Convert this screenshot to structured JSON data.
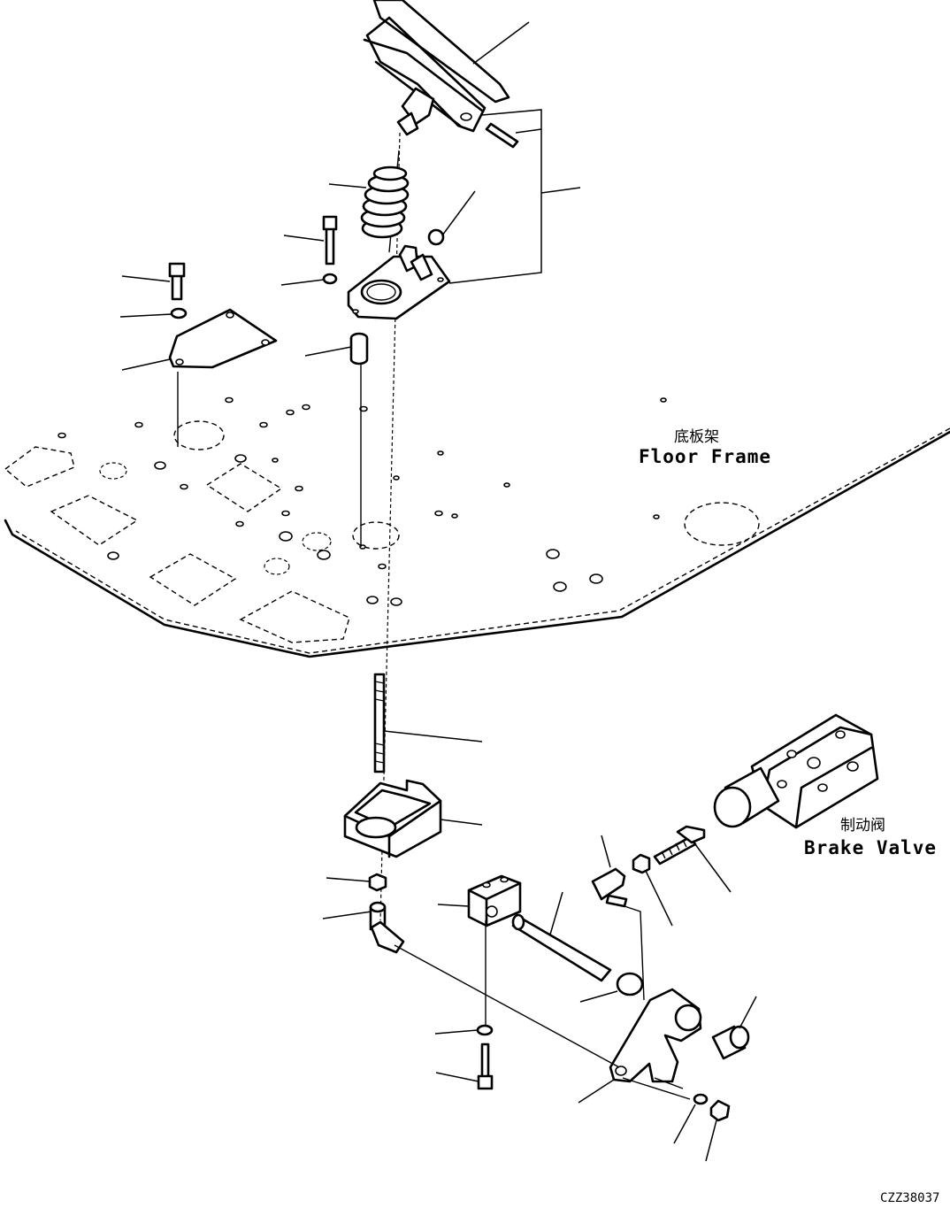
{
  "labels": {
    "floor_frame_cn": "底板架",
    "floor_frame_en": "Floor Frame",
    "brake_valve_cn": "制动阀",
    "brake_valve_en": "Brake Valve",
    "drawing_code": "CZZ38037"
  }
}
